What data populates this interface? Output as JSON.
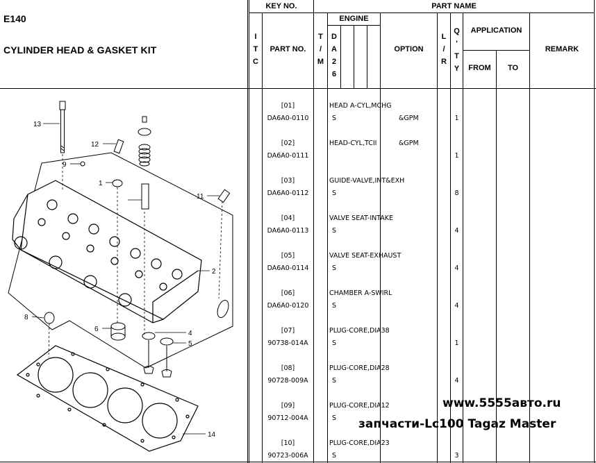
{
  "page": {
    "code": "E140",
    "title": "CYLINDER HEAD & GASKET KIT"
  },
  "header": {
    "key_no": "KEY NO.",
    "part_name": "PART NAME",
    "itc": "I T C",
    "part_no": "PART NO.",
    "tim": "T / M",
    "engine": "ENGINE",
    "da26": "D A 2 6",
    "option": "OPTION",
    "lr": "L / R",
    "qty": "Q ' T Y",
    "application": "APPLICATION",
    "from": "FROM",
    "to": "TO",
    "remark": "REMARK"
  },
  "parts": [
    {
      "key": "[01]",
      "part_no": "DA6A0-0110",
      "name": "HEAD A-CYL,MCHG",
      "da26": "S",
      "option": "&GPM",
      "qty": "1"
    },
    {
      "key": "[02]",
      "part_no": "DA6A0-0111",
      "name": "HEAD-CYL,TCII",
      "name_option": "&GPM",
      "da26": "",
      "option": "",
      "qty": "1"
    },
    {
      "key": "[03]",
      "part_no": "DA6A0-0112",
      "name": "GUIDE-VALVE,INT&EXH",
      "da26": "S",
      "option": "",
      "qty": "8"
    },
    {
      "key": "[04]",
      "part_no": "DA6A0-0113",
      "name": "VALVE SEAT-INTAKE",
      "da26": "S",
      "option": "",
      "qty": "4"
    },
    {
      "key": "[05]",
      "part_no": "DA6A0-0114",
      "name": "VALVE SEAT-EXHAUST",
      "da26": "S",
      "option": "",
      "qty": "4"
    },
    {
      "key": "[06]",
      "part_no": "DA6A0-0120",
      "name": "CHAMBER A-SWIRL",
      "da26": "S",
      "option": "",
      "qty": "4"
    },
    {
      "key": "[07]",
      "part_no": "90738-014A",
      "name": "PLUG-CORE,DIA38",
      "da26": "S",
      "option": "",
      "qty": "1"
    },
    {
      "key": "[08]",
      "part_no": "90728-009A",
      "name": "PLUG-CORE,DIA28",
      "da26": "S",
      "option": "",
      "qty": "4"
    },
    {
      "key": "[09]",
      "part_no": "90712-004A",
      "name": "PLUG-CORE,DIA12",
      "da26": "S",
      "option": "",
      "qty": ""
    },
    {
      "key": "[10]",
      "part_no": "90723-006A",
      "name": "PLUG-CORE,DIA23",
      "da26": "S",
      "option": "",
      "qty": "3"
    }
  ],
  "callouts": [
    "1",
    "2",
    "4",
    "5",
    "6",
    "8",
    "9",
    "11",
    "12",
    "13",
    "14"
  ],
  "watermark": {
    "site": "www.5555авто.ru",
    "line2": "запчасти-Lc100 Tagaz Master"
  }
}
